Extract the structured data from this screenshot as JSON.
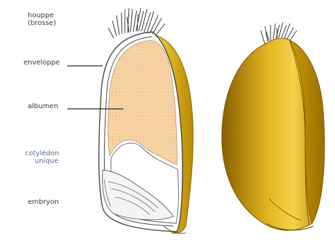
{
  "labels": {
    "houppe_line1": "houppe",
    "houppe_line2": "(brosse)",
    "enveloppe": "enveloppe",
    "albumen": "albumen",
    "cotyledon_line1": "cotylédon",
    "cotyledon_line2": "unique",
    "embryon": "embryon"
  },
  "colors": {
    "albumen_fill": "#f7d3a4",
    "husk_gold": "#e0b11e",
    "husk_dark": "#9a6b00",
    "cotyledon_label": "#5a6a8a"
  }
}
